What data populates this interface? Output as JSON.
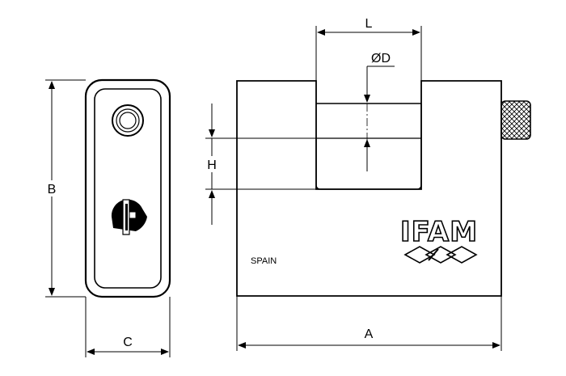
{
  "drawing": {
    "dimensions": {
      "L": "L",
      "D": "ØD",
      "H": "H",
      "B": "B",
      "C": "C",
      "A": "A"
    },
    "origin_text": "SPAIN",
    "brand_logo_text": "IFAM",
    "colors": {
      "line": "#000000",
      "background": "#ffffff"
    }
  }
}
